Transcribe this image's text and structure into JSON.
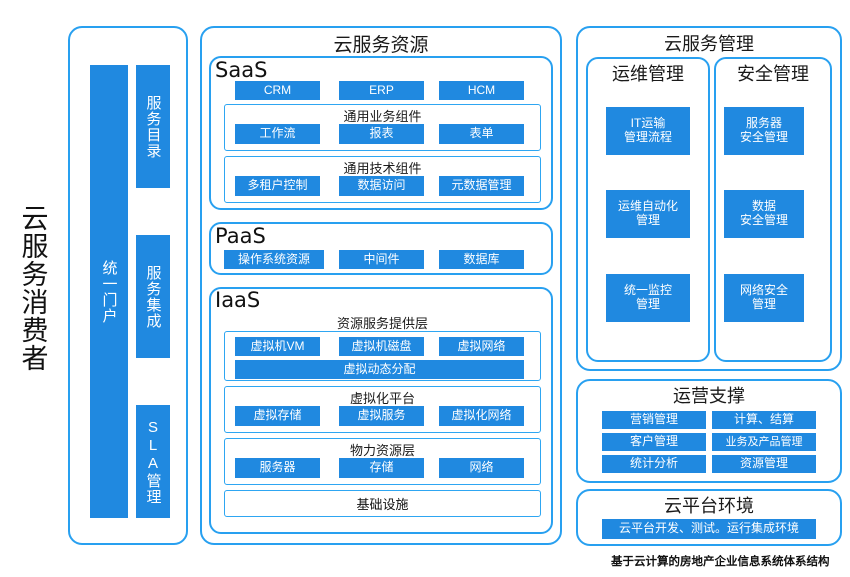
{
  "diagram": {
    "caption": "基于云计算的房地产企业信息系统体系结构",
    "accent_color": "#2089E0",
    "border_color": "#28A0F0"
  },
  "consumer": {
    "side_title": "云服务消费者",
    "portal_bar": "统一门户",
    "stack": [
      {
        "label": "服务目录"
      },
      {
        "label": "服务集成"
      },
      {
        "label": "SLA管理"
      }
    ]
  },
  "cloud_resources": {
    "title": "云服务资源",
    "saas": {
      "title": "SaaS",
      "apps": [
        "CRM",
        "ERP",
        "HCM"
      ],
      "business_components": {
        "title": "通用业务组件",
        "items": [
          "工作流",
          "报表",
          "表单"
        ]
      },
      "tech_components": {
        "title": "通用技术组件",
        "items": [
          "多租户控制",
          "数据访问",
          "元数据管理"
        ]
      }
    },
    "paas": {
      "title": "PaaS",
      "items": [
        "操作系统资源",
        "中间件",
        "数据库"
      ]
    },
    "iaas": {
      "title": "IaaS",
      "resource_layer": {
        "title": "资源服务提供层",
        "items": [
          "虚拟机VM",
          "虚拟机磁盘",
          "虚拟网络"
        ],
        "full_width_item": "虚拟动态分配"
      },
      "virtual_platform": {
        "title": "虚拟化平台",
        "items": [
          "虚拟存储",
          "虚拟服务",
          "虚拟化网络"
        ]
      },
      "physical_layer": {
        "title": "物力资源层",
        "items": [
          "服务器",
          "存储",
          "网络"
        ]
      },
      "infrastructure": "基础设施"
    }
  },
  "cloud_management": {
    "title": "云服务管理",
    "ops": {
      "title": "运维管理",
      "items": [
        "IT运输\n管理流程",
        "运维自动化\n管理",
        "统一监控\n管理"
      ]
    },
    "security": {
      "title": "安全管理",
      "items": [
        "服务器\n安全管理",
        "数据\n安全管理",
        "网络安全\n管理"
      ]
    }
  },
  "operation_support": {
    "title": "运营支撑",
    "left_items": [
      "营销管理",
      "客户管理",
      "统计分析"
    ],
    "right_items": [
      "计算、结算",
      "业务及产品管理",
      "资源管理"
    ]
  },
  "platform_environment": {
    "title": "云平台环境",
    "item": "云平台开发、测试。运行集成环境"
  }
}
